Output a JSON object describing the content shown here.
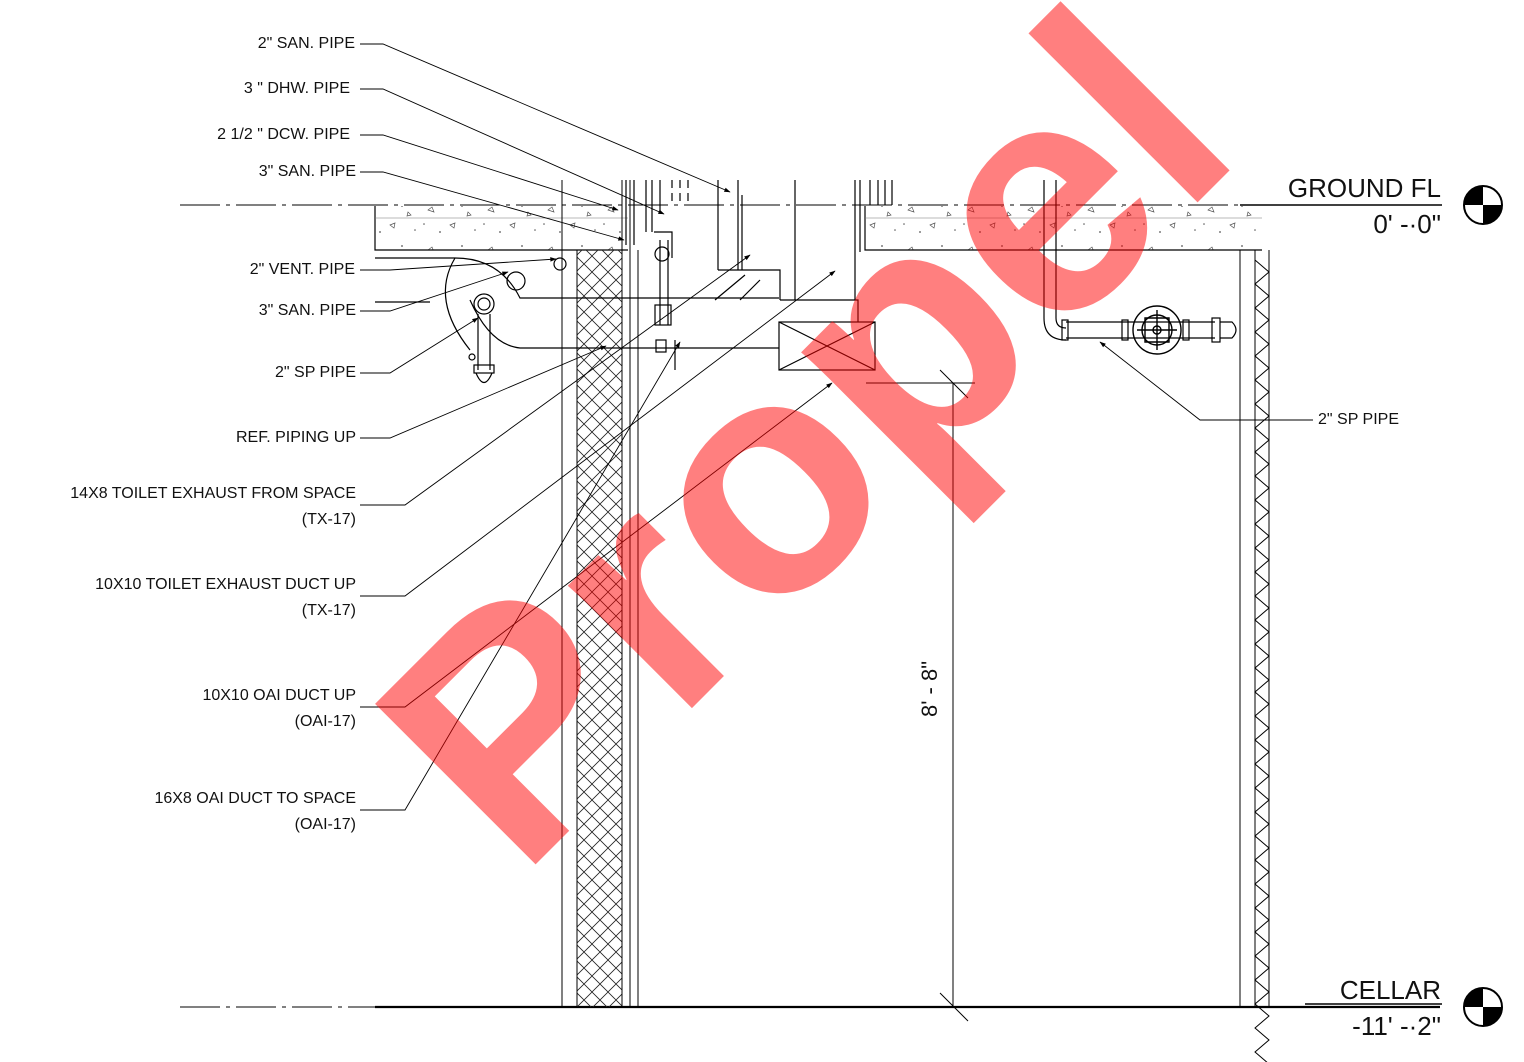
{
  "labels": {
    "san_pipe_2": "2\" SAN. PIPE",
    "dhw_pipe_3": "3 \" DHW. PIPE",
    "dcw_pipe": "2 1/2 \" DCW. PIPE",
    "san_pipe_3_top": "3\" SAN. PIPE",
    "vent_pipe": "2\" VENT. PIPE",
    "san_pipe_3_mid": "3\" SAN. PIPE",
    "sp_pipe_left": "2\" SP PIPE",
    "ref_piping": "REF. PIPING UP",
    "toilet_exh_14x8_l1": "14X8 TOILET EXHAUST  FROM SPACE",
    "toilet_exh_14x8_l2": "(TX-17)",
    "toilet_exh_10x10_l1": "10X10 TOILET EXHAUST  DUCT UP",
    "toilet_exh_10x10_l2": "(TX-17)",
    "oai_10x10_l1": "10X10 OAI DUCT UP",
    "oai_10x10_l2": "(OAI-17)",
    "oai_16x8_l1": "16X8 OAI DUCT TO SPACE",
    "oai_16x8_l2": "(OAI-17)",
    "sp_pipe_right": "2\" SP PIPE"
  },
  "levels": {
    "ground_name": "GROUND FL",
    "ground_elev": "0' -·0\"",
    "cellar_name": "CELLAR",
    "cellar_elev": "-11' -·2\""
  },
  "dimension": {
    "height": "8' - 8\""
  },
  "watermark": {
    "text": "Propel",
    "color": "#ff0000"
  }
}
